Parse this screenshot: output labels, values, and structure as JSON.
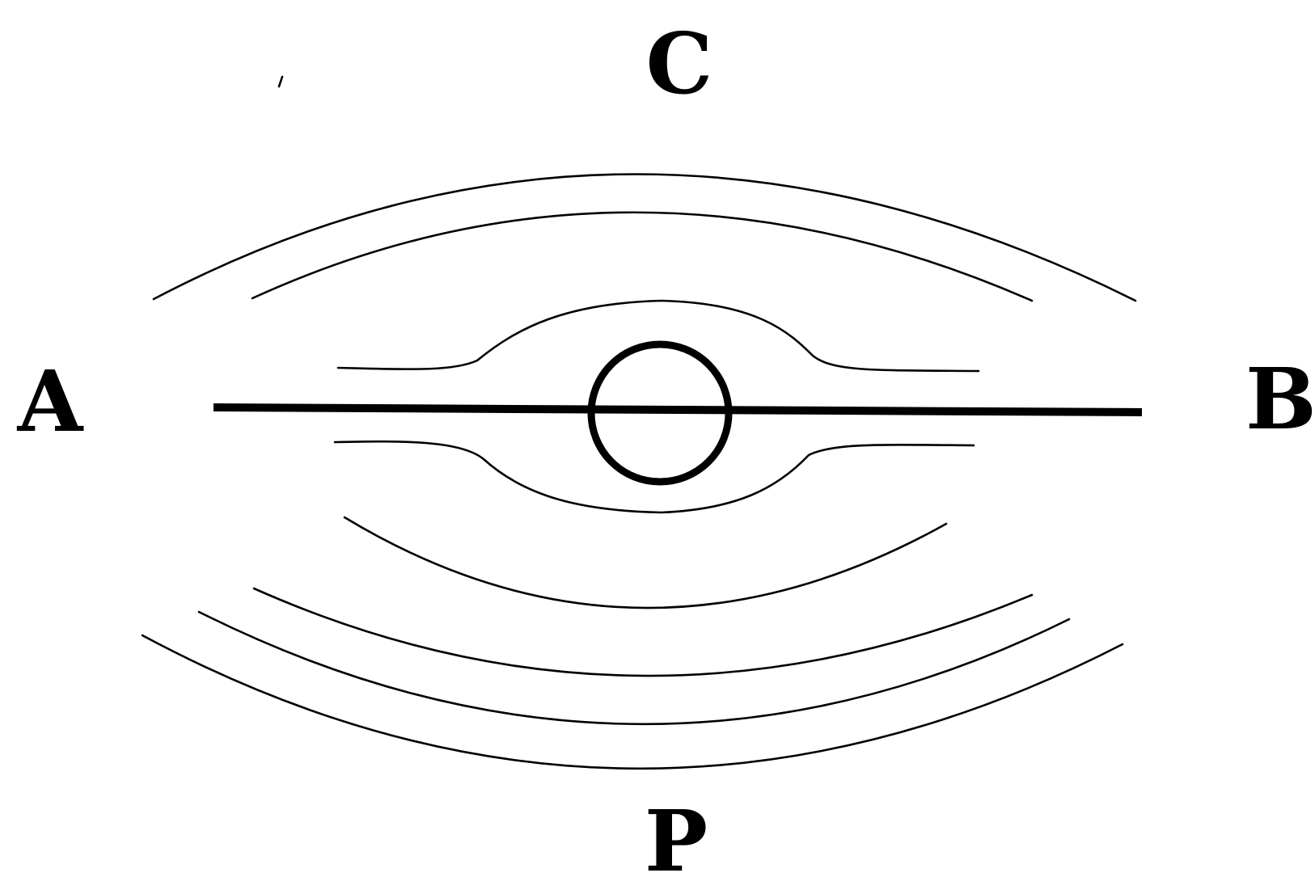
{
  "labels": {
    "top": "C",
    "left": "A",
    "right": "B",
    "bottom": "P"
  },
  "colors": {
    "ink": "#000000",
    "background": "#ffffff"
  }
}
